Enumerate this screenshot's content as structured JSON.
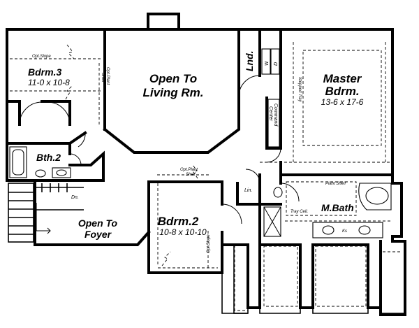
{
  "rooms": {
    "bedroom3": {
      "name": "Bdrm.3",
      "dims": "11-0 x 10-8"
    },
    "open_living": {
      "line1": "Open To",
      "line2": "Living Rm."
    },
    "laundry": {
      "name": "Lnd."
    },
    "master": {
      "name_line1": "Master",
      "name_line2": "Bdrm.",
      "dims": "13-6 x 17-6"
    },
    "bath2": {
      "name": "Bth.2"
    },
    "bedroom2": {
      "name": "Bdrm.2",
      "dims": "10-8 x 10-10"
    },
    "master_bath": {
      "name": "M.Bath"
    },
    "open_foyer": {
      "line1": "Open To",
      "line2": "Foyer"
    }
  },
  "notes": {
    "opt_slope_b3": "Opt.Slope",
    "opt_plant_shelf_b3_line1": "Opt.Plant",
    "opt_plant_shelf_b3_line2": "Shelf",
    "stepped_tray": "Stepped Tray",
    "command_center_line1": "Command",
    "command_center_line2": "Center",
    "washer": "W",
    "dryer": "D",
    "opt_plant_shelf_b2_line1": "Opt.Plant",
    "opt_plant_shelf_b2_line2": "Shelf",
    "opt_slope_b2": "Opt.Slope",
    "linen": "Lin.",
    "plant_shelf": "Plant Shelf",
    "tray_ceil": "Tray Ceil.",
    "ks": "Ks",
    "stair_dn": "Dn."
  }
}
